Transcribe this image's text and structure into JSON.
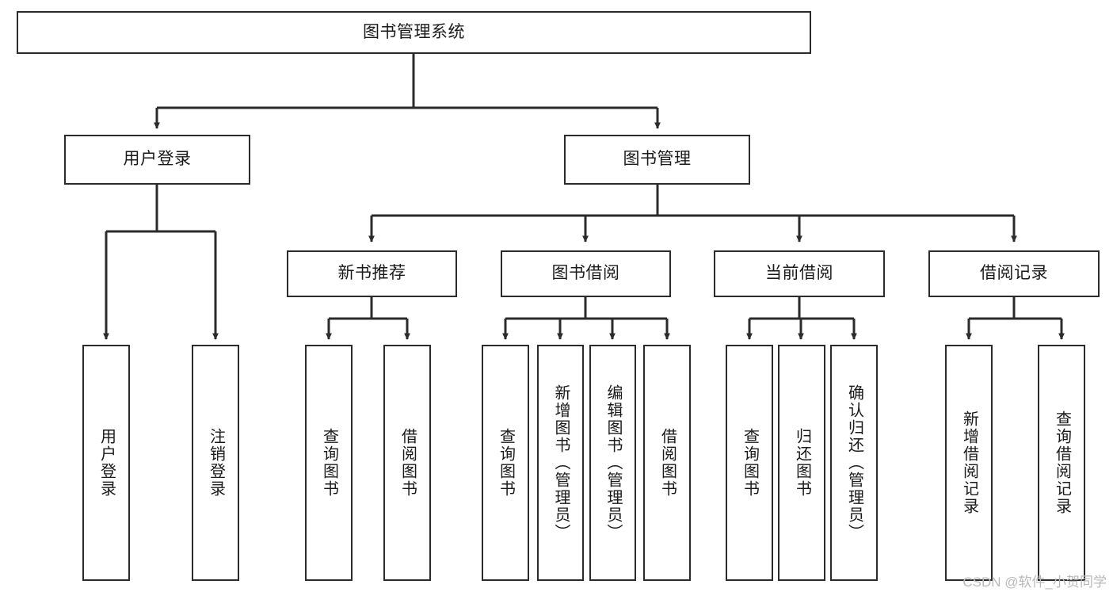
{
  "diagram": {
    "title": "图书管理系统",
    "type": "tree-hierarchy",
    "watermark": "CSDN @软件_小贺同学",
    "colors": {
      "box_border": "#2b2b2b",
      "box_fill": "#ffffff",
      "connector": "#2b2b2b",
      "text": "#1a1a1a",
      "watermark": "#b9b9b9",
      "background": "#ffffff"
    }
  },
  "nodes": {
    "root": {
      "label": "图书管理系统"
    },
    "level2": [
      {
        "label": "用户登录"
      },
      {
        "label": "图书管理"
      }
    ],
    "level3": [
      {
        "label": "新书推荐"
      },
      {
        "label": "图书借阅"
      },
      {
        "label": "当前借阅"
      },
      {
        "label": "借阅记录"
      }
    ],
    "leaves": {
      "user_login": [
        {
          "label": "用户登录"
        },
        {
          "label": "注销登录"
        }
      ],
      "new_book_recommend": [
        {
          "label": "查询图书"
        },
        {
          "label": "借阅图书"
        }
      ],
      "book_borrow": [
        {
          "label": "查询图书"
        },
        {
          "label": "新增图书（管理员）"
        },
        {
          "label": "编辑图书（管理员）"
        },
        {
          "label": "借阅图书"
        }
      ],
      "current_borrow": [
        {
          "label": "查询图书"
        },
        {
          "label": "归还图书"
        },
        {
          "label": "确认归还（管理员）"
        }
      ],
      "borrow_record": [
        {
          "label": "新增借阅记录"
        },
        {
          "label": "查询借阅记录"
        }
      ]
    }
  }
}
